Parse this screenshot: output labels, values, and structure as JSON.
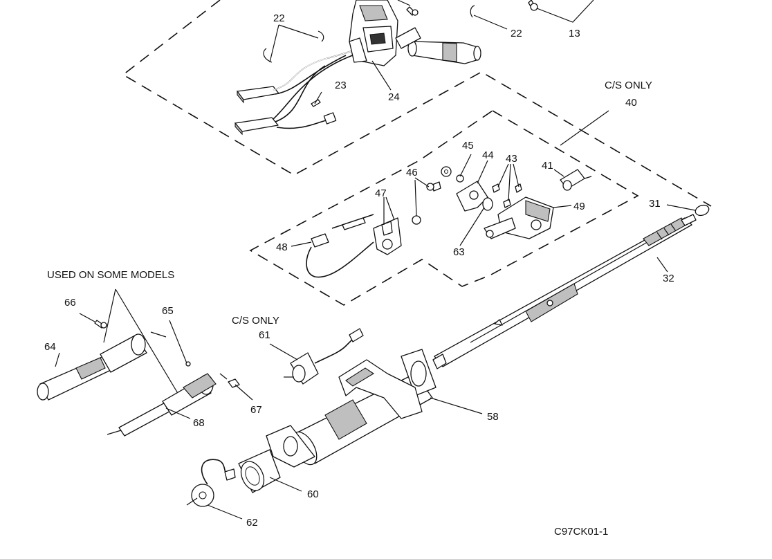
{
  "figure_code": "C97CK01-1",
  "notes": {
    "cs_only_upper": "C/S ONLY",
    "cs_only_lower": "C/S ONLY",
    "used_on_some_models": "USED ON SOME MODELS"
  },
  "callouts": {
    "n13": "13",
    "n22a": "22",
    "n22b": "22",
    "n23": "23",
    "n24": "24",
    "n31": "31",
    "n32": "32",
    "n40": "40",
    "n41": "41",
    "n43": "43",
    "n44": "44",
    "n45": "45",
    "n46": "46",
    "n47": "47",
    "n48": "48",
    "n49": "49",
    "n58": "58",
    "n60": "60",
    "n61": "61",
    "n62": "62",
    "n63": "63",
    "n64": "64",
    "n65": "65",
    "n66": "66",
    "n67": "67",
    "n68": "68"
  }
}
